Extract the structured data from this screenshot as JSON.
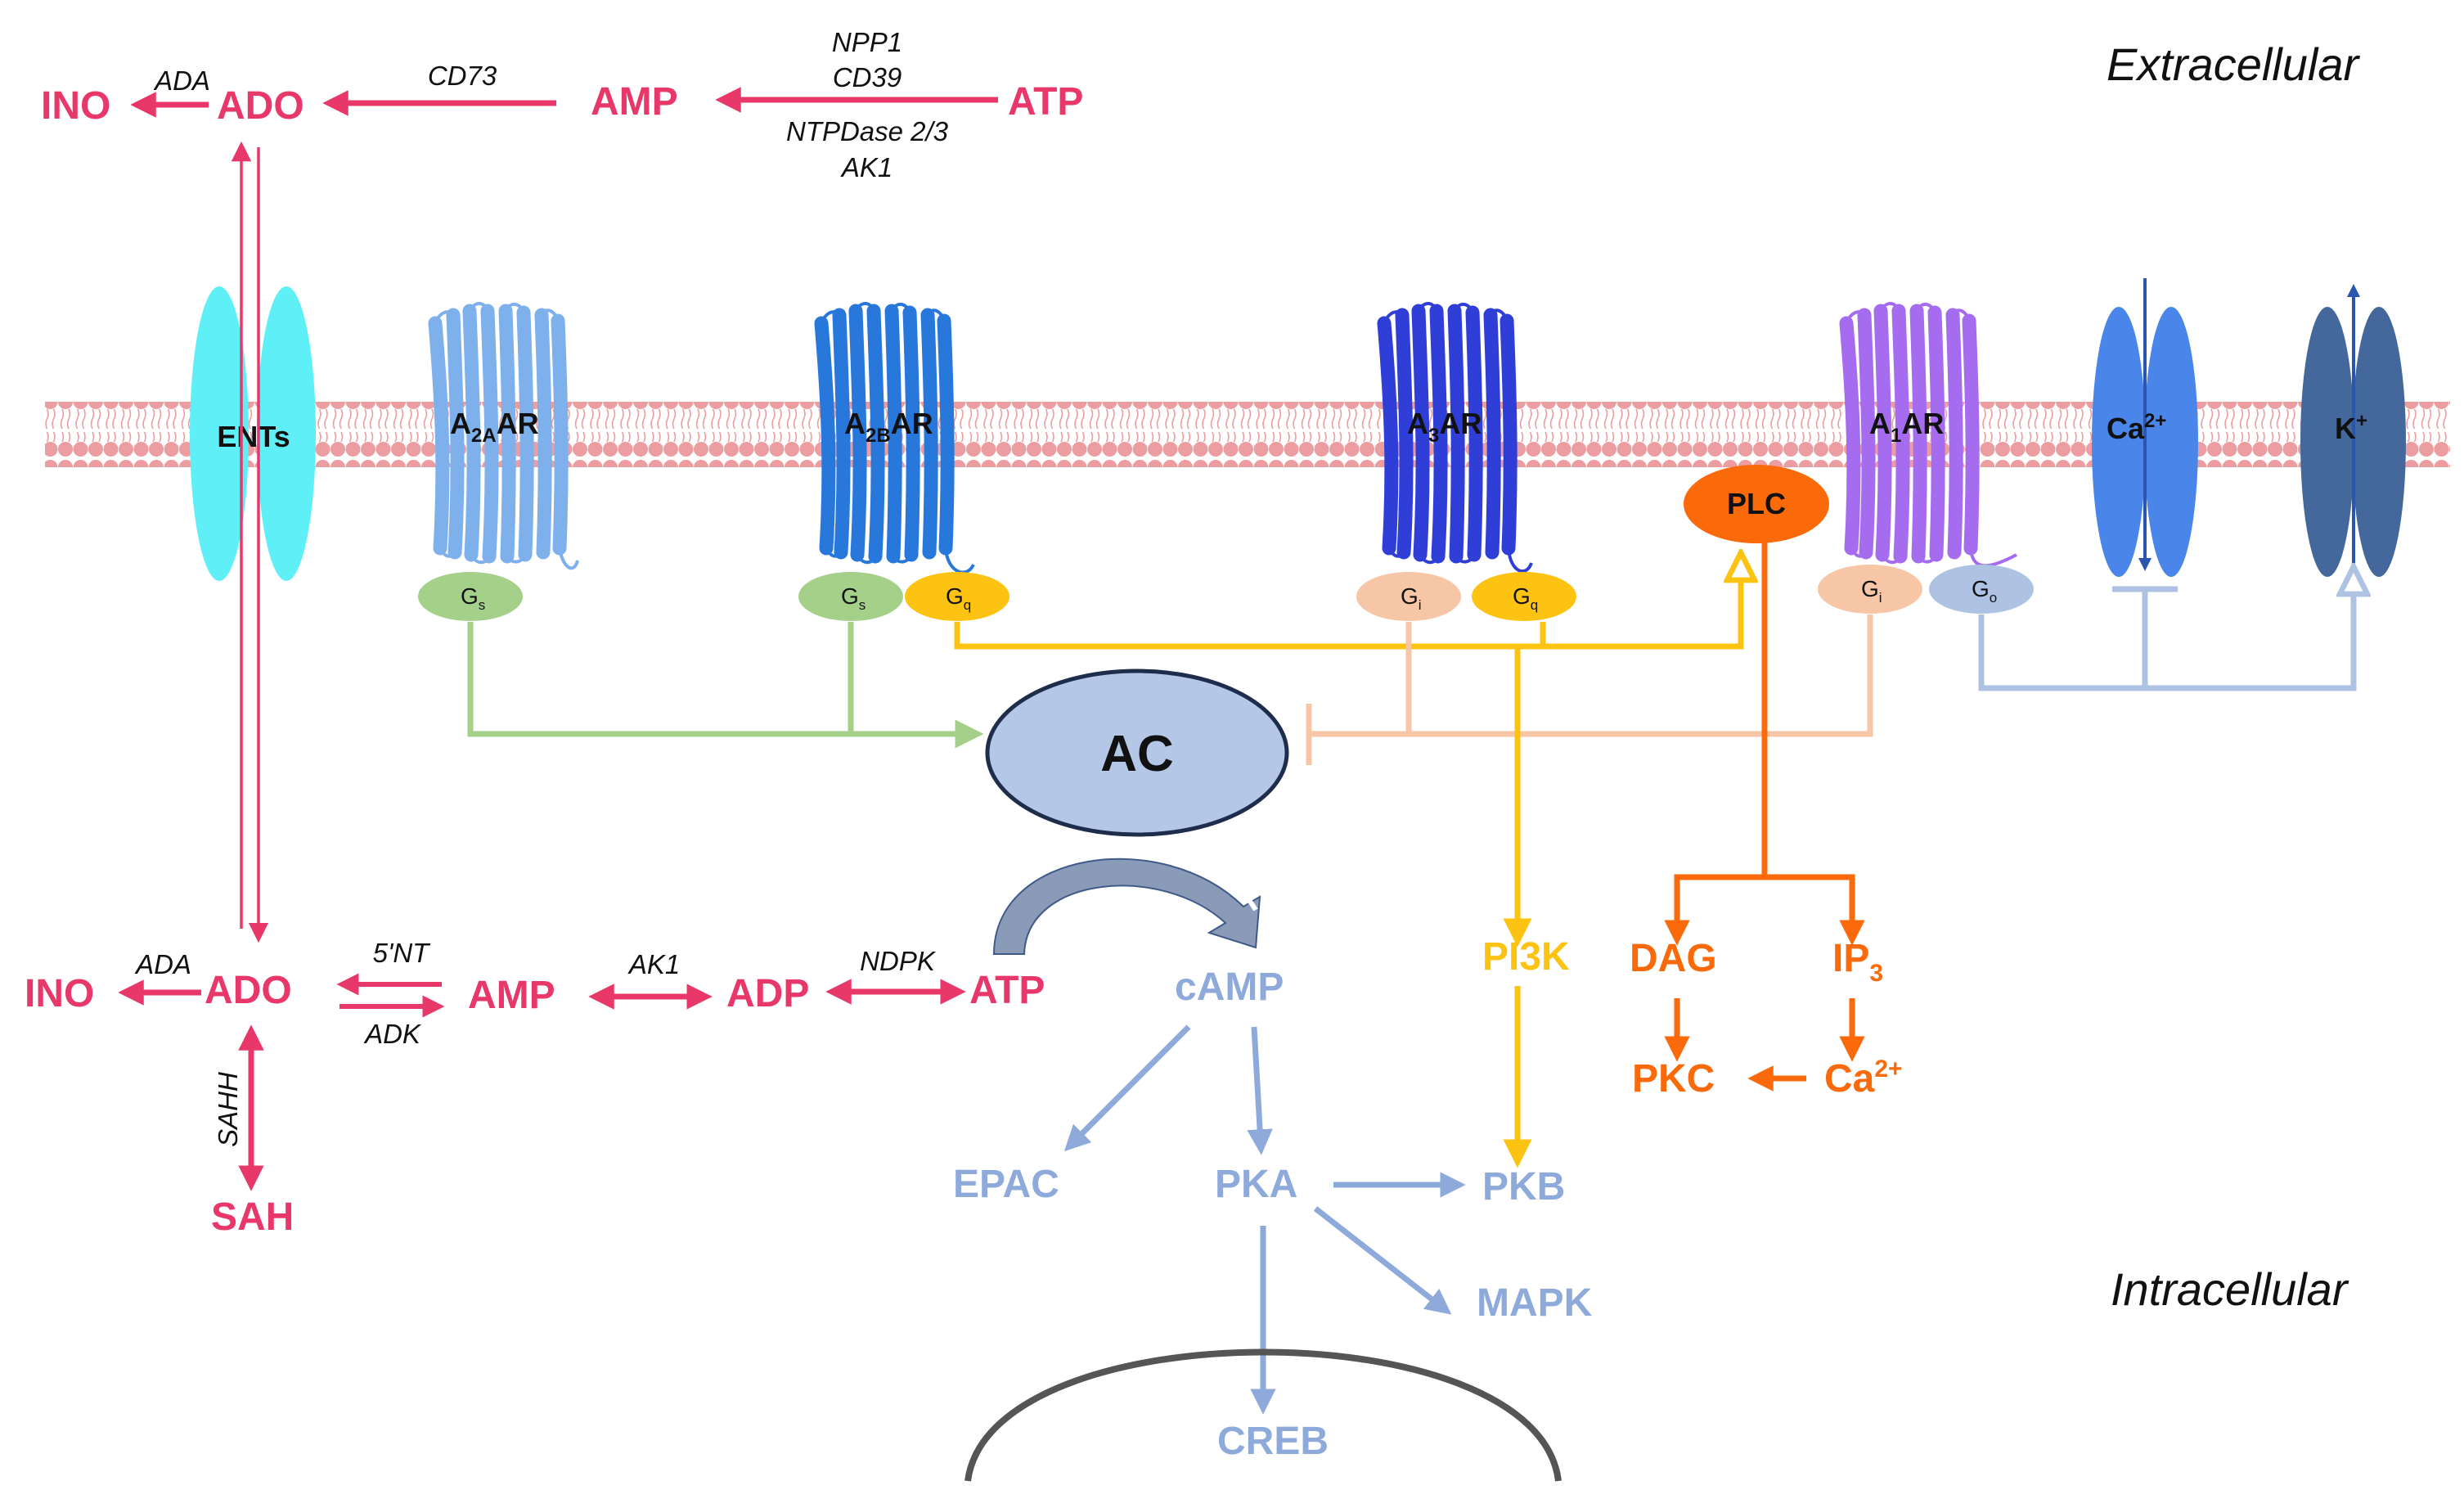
{
  "regions": {
    "extracellular": "Extracellular",
    "intracellular": "Intracellular"
  },
  "extracellular": {
    "ino": "INO",
    "ado": "ADO",
    "amp": "AMP",
    "atp": "ATP",
    "ada": "ADA",
    "cd73": "CD73",
    "atp_enzymes": [
      "NPP1",
      "CD39",
      "NTPDase 2/3",
      "AK1"
    ]
  },
  "membrane": {
    "ents": "ENTs",
    "a2a": {
      "pre": "A",
      "sub": "2A",
      "post": "AR"
    },
    "a2b": {
      "pre": "A",
      "sub": "2B",
      "post": "AR"
    },
    "a3": {
      "pre": "A",
      "sub": "3",
      "post": "AR"
    },
    "a1": {
      "pre": "A",
      "sub": "1",
      "post": "AR"
    },
    "ca": {
      "base": "Ca",
      "sup": "2+"
    },
    "k": {
      "base": "K",
      "sup": "+"
    },
    "plc": "PLC"
  },
  "gproteins": {
    "gs1": {
      "base": "G",
      "sub": "s"
    },
    "gs2": {
      "base": "G",
      "sub": "s"
    },
    "gq1": {
      "base": "G",
      "sub": "q"
    },
    "gi1": {
      "base": "G",
      "sub": "i"
    },
    "gq2": {
      "base": "G",
      "sub": "q"
    },
    "gi2": {
      "base": "G",
      "sub": "i"
    },
    "go": {
      "base": "G",
      "sub": "o"
    }
  },
  "core": {
    "ac": "AC"
  },
  "intracellular": {
    "ino": "INO",
    "ado": "ADO",
    "amp": "AMP",
    "adp": "ADP",
    "atp": "ATP",
    "sah": "SAH",
    "ada": "ADA",
    "nt5": "5'NT",
    "adk": "ADK",
    "ak1": "AK1",
    "ndpk": "NDPK",
    "sahh": "SAHH",
    "camp": "cAMP",
    "epac": "EPAC",
    "pka": "PKA",
    "pkb": "PKB",
    "mapk": "MAPK",
    "creb": "CREB",
    "pi3k": "PI3K",
    "dag": "DAG",
    "ip3": {
      "base": "IP",
      "sub": "3"
    },
    "pkc": "PKC",
    "ca": {
      "base": "Ca",
      "sup": "2+"
    }
  },
  "colors": {
    "adenosine_red": "#e8386a",
    "gs_green": "#a4d08a",
    "gq_yellow": "#fcc312",
    "gi_peach": "#f7c6a6",
    "go_blue": "#aec2e4",
    "plc_orange": "#fa6a0a",
    "camp_blue": "#8eaadb",
    "ac_fill": "#b4c7e7",
    "ac_stroke": "#1f2d4d",
    "ents_cyan": "#5ff0f7",
    "a2a_blue": "#7eb0ec",
    "a2b_blue": "#2878dc",
    "a3_blue": "#2f3ed6",
    "a1_purple": "#a56cf0",
    "ca_channel": "#4a86ea",
    "k_channel": "#44689c",
    "membrane_pink": "#ec9da0"
  }
}
